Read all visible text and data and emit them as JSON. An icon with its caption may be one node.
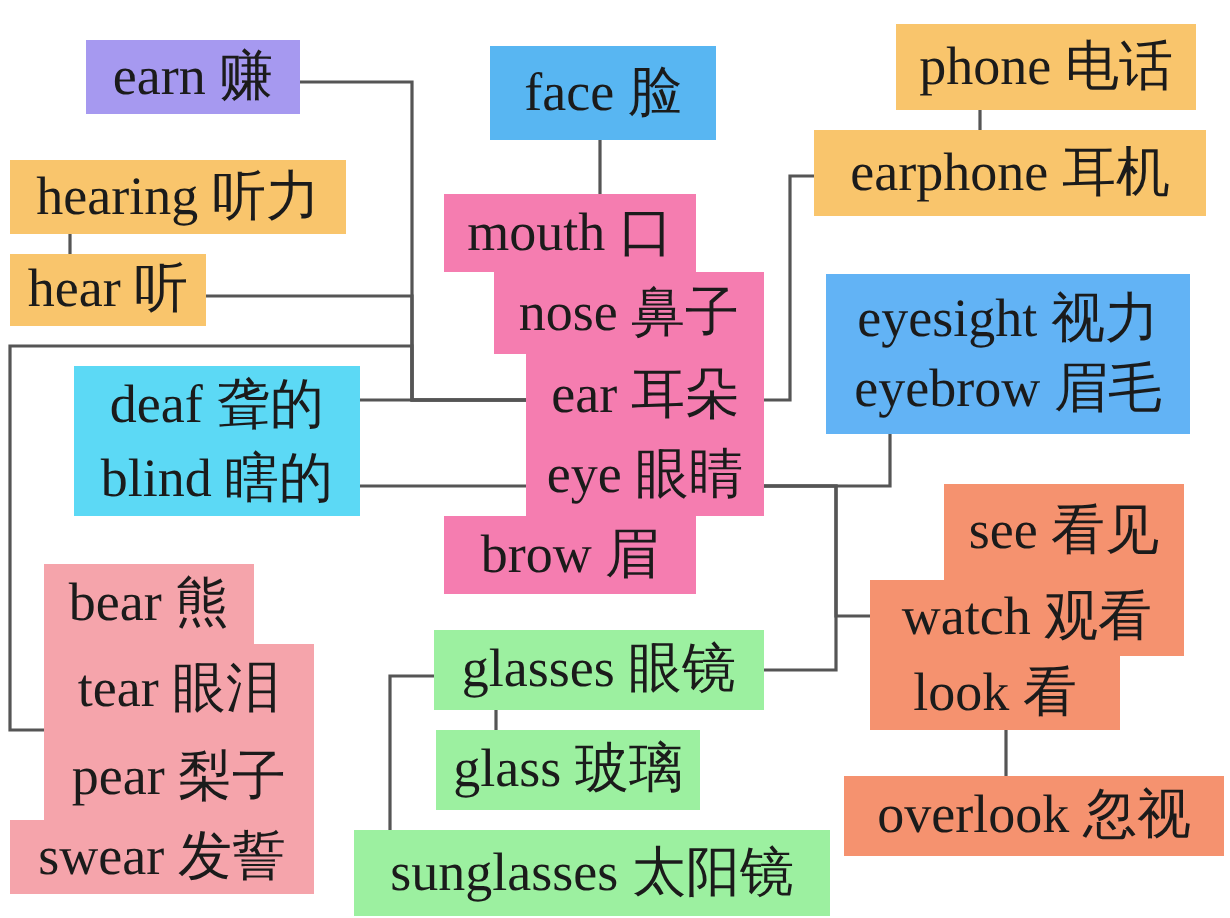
{
  "diagram": {
    "nodes": [
      {
        "text": [
          "earn 赚"
        ]
      },
      {
        "text": [
          "face 脸"
        ]
      },
      {
        "text": [
          "phone 电话"
        ]
      },
      {
        "text": [
          "earphone 耳机"
        ]
      },
      {
        "text": [
          "hearing 听力"
        ]
      },
      {
        "text": [
          "mouth 口"
        ]
      },
      {
        "text": [
          "hear 听"
        ]
      },
      {
        "text": [
          "nose 鼻子"
        ]
      },
      {
        "text": [
          "eyesight 视力",
          "eyebrow 眉毛"
        ]
      },
      {
        "text": [
          "deaf 聋的"
        ]
      },
      {
        "text": [
          "ear 耳朵"
        ]
      },
      {
        "text": [
          "blind 瞎的"
        ]
      },
      {
        "text": [
          "eye 眼睛"
        ]
      },
      {
        "text": [
          "brow 眉"
        ]
      },
      {
        "text": [
          "see 看见"
        ]
      },
      {
        "text": [
          "bear 熊"
        ]
      },
      {
        "text": [
          "watch 观看"
        ]
      },
      {
        "text": [
          "glasses 眼镜"
        ]
      },
      {
        "text": [
          "tear 眼泪"
        ]
      },
      {
        "text": [
          "look 看"
        ]
      },
      {
        "text": [
          "glass 玻璃"
        ]
      },
      {
        "text": [
          "pear 梨子"
        ]
      },
      {
        "text": [
          "overlook 忽视"
        ]
      },
      {
        "text": [
          "swear 发誓"
        ]
      },
      {
        "text": [
          "sunglasses 太阳镜"
        ]
      }
    ],
    "edges": [
      {
        "from": 1,
        "to": 5,
        "arrow": "none"
      },
      {
        "from": 2,
        "to": 3,
        "arrow": "none"
      },
      {
        "from": 4,
        "to": 6,
        "arrow": "none"
      },
      {
        "from": 10,
        "to": 0,
        "arrow": "none"
      },
      {
        "from": 10,
        "to": 6,
        "arrow": "none"
      },
      {
        "from": 10,
        "to": 9,
        "arrow": "none"
      },
      {
        "from": 10,
        "to": 18,
        "arrow": "none"
      },
      {
        "from": 10,
        "to": 3,
        "arrow": "none"
      },
      {
        "from": 12,
        "to": 11,
        "arrow": "none"
      },
      {
        "from": 12,
        "to": 8,
        "arrow": "none"
      },
      {
        "from": 12,
        "to": 16,
        "arrow": "none"
      },
      {
        "from": 12,
        "to": 17,
        "arrow": "none"
      },
      {
        "from": 17,
        "to": 20,
        "arrow": "none"
      },
      {
        "from": 17,
        "to": 24,
        "arrow": "none"
      },
      {
        "from": 19,
        "to": 22,
        "arrow": "none"
      }
    ]
  }
}
